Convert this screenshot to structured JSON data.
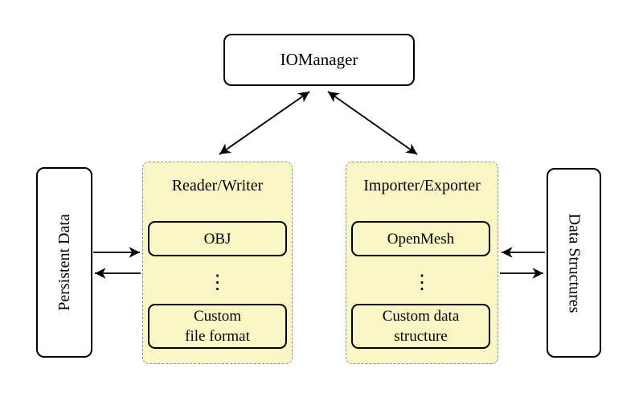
{
  "nodes": {
    "iomanager": "IOManager",
    "persistent_data": "Persistent Data",
    "data_structures": "Data Structures"
  },
  "panels": {
    "reader_writer": {
      "title": "Reader/Writer",
      "top_box": "OBJ",
      "ellipsis": "⋮",
      "bottom_box_line1": "Custom",
      "bottom_box_line2": "file format"
    },
    "importer_exporter": {
      "title": "Importer/Exporter",
      "top_box": "OpenMesh",
      "ellipsis": "⋮",
      "bottom_box_line1": "Custom data",
      "bottom_box_line2": "structure"
    }
  },
  "colors": {
    "panel_fill": "#fbf6c6",
    "panel_border": "#8c8c8c",
    "line": "#000000",
    "node_fill": "#ffffff",
    "background": "#ffffff"
  }
}
